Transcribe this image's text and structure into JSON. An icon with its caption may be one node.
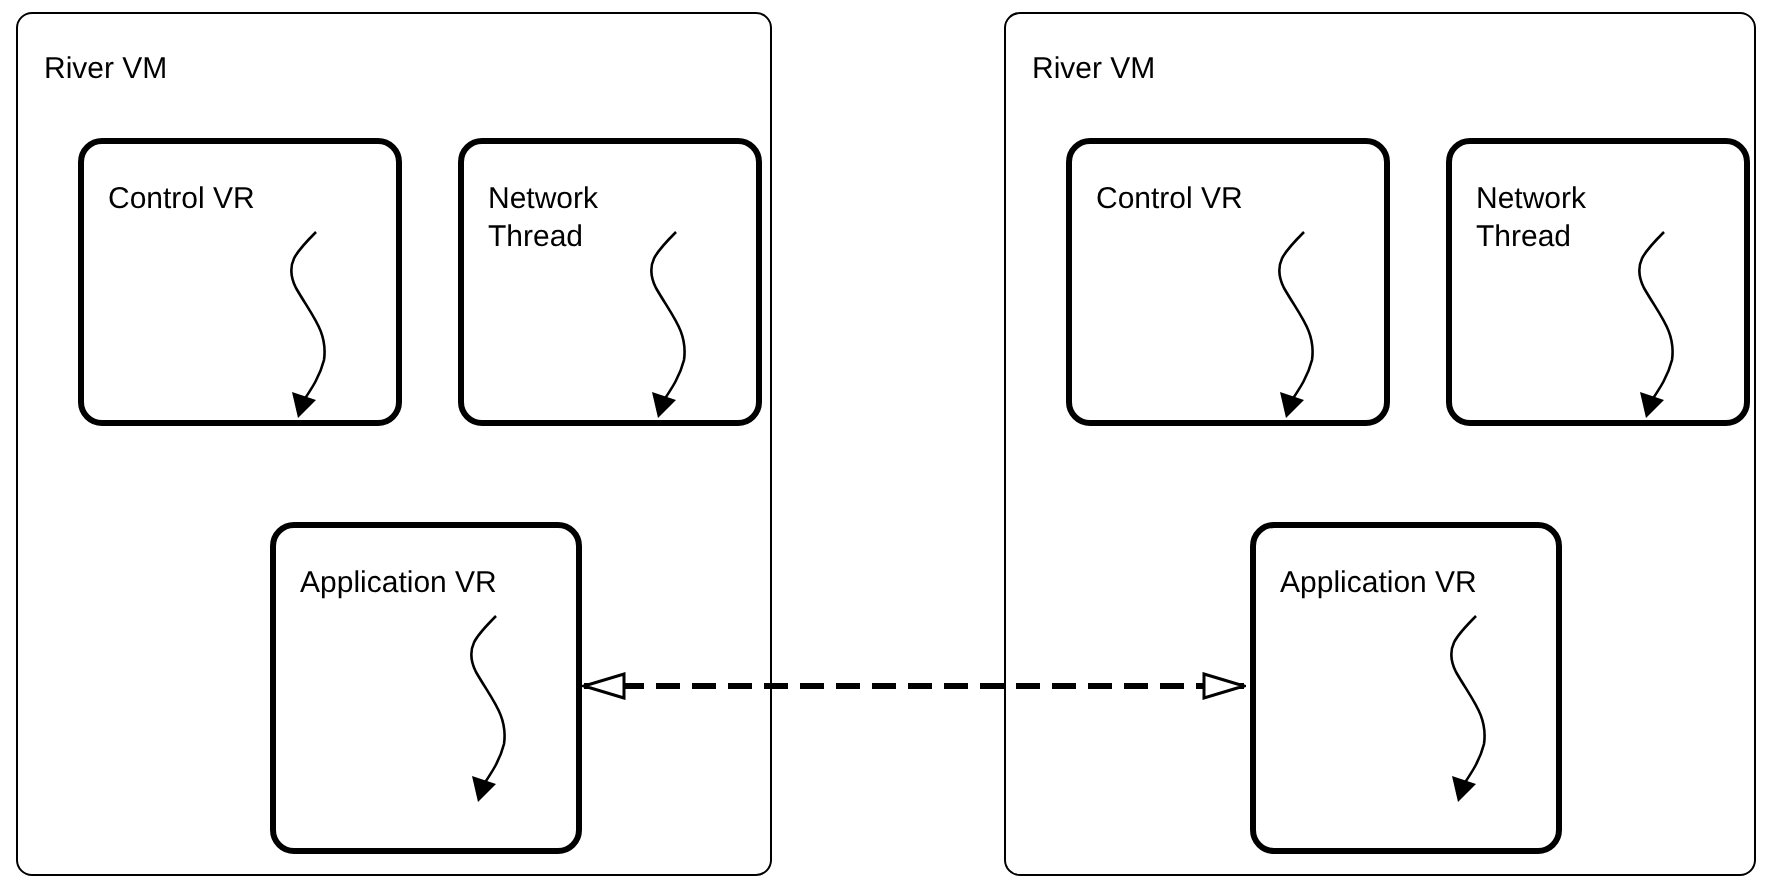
{
  "diagram": {
    "nodes": [
      {
        "text": [
          "River VM"
        ]
      },
      {
        "text": [
          "Control VR"
        ],
        "in": 0
      },
      {
        "text": [
          "Network Thread"
        ],
        "in": 0
      },
      {
        "text": [
          "Application VR"
        ],
        "in": 0
      },
      {
        "text": [
          "River VM"
        ]
      },
      {
        "text": [
          "Control VR"
        ],
        "in": 4
      },
      {
        "text": [
          "Network Thread"
        ],
        "in": 4
      },
      {
        "text": [
          "Application VR"
        ],
        "in": 4
      }
    ],
    "edges": [
      {
        "from": 3,
        "to": 7,
        "arrow": "both",
        "style": "dashed"
      }
    ]
  }
}
